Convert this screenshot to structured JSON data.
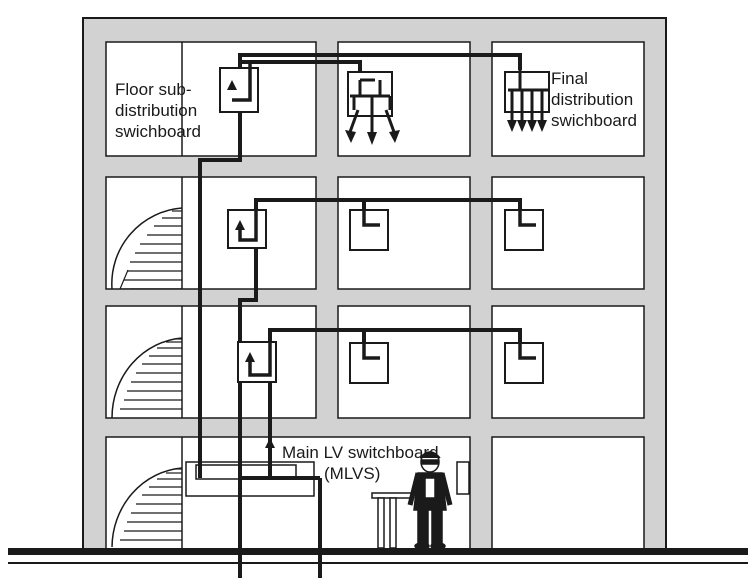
{
  "labels": {
    "floor_sub_distribution": "Floor sub-\ndistribution\nswichboard",
    "final_distribution": "Final\ndistribution\nswichboard",
    "main_lv_line1": "Main LV switchboard",
    "main_lv_line2": "(MLVS)"
  },
  "colors": {
    "wall": "#d2d2d2",
    "line": "#1a1a1a",
    "room": "#ffffff"
  },
  "icons": [
    "person-icon",
    "desk-icon",
    "staircase-icon",
    "arrow-icon"
  ]
}
